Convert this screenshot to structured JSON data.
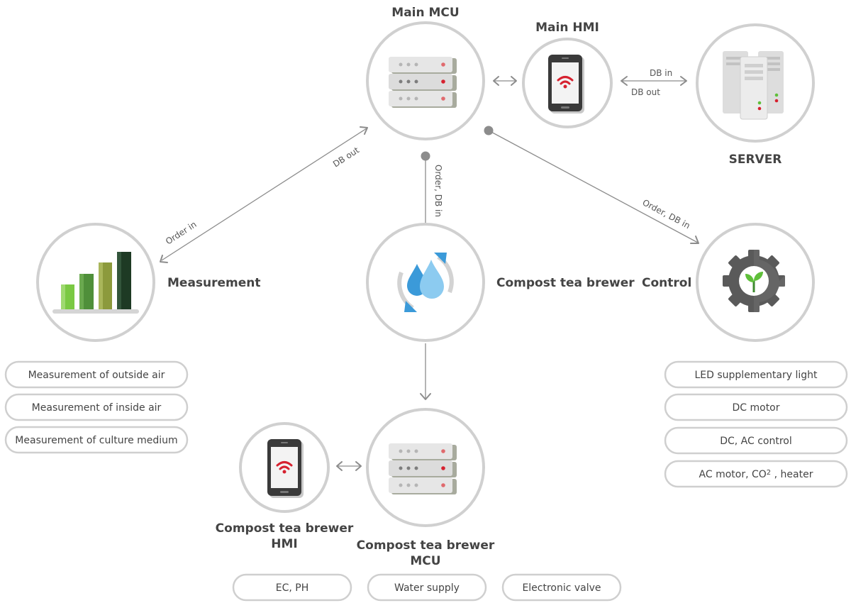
{
  "nodes": {
    "main_mcu": "Main MCU",
    "main_hmi": "Main HMI",
    "server": "SERVER",
    "measurement": "Measurement",
    "brewer": "Compost tea brewer",
    "control": "Control",
    "brewer_hmi_line1": "Compost tea brewer",
    "brewer_hmi_line2": "HMI",
    "brewer_mcu_line1": "Compost tea brewer",
    "brewer_mcu_line2": "MCU"
  },
  "edges": {
    "db_in": "DB in",
    "db_out_server": "DB out",
    "db_out_measure": "DB out",
    "order_in": "Order in",
    "order_db_in_vertical": "Order, DB in",
    "order_db_in_control": "Order, DB in"
  },
  "measurement_items": [
    "Measurement of outside air",
    "Measurement of inside air",
    "Measurement of culture medium"
  ],
  "control_items": {
    "led": "LED supplementary light",
    "dc_motor": "DC motor",
    "dc_ac": "DC, AC control",
    "ac_motor_prefix": "AC motor, CO",
    "ac_motor_sub": "2",
    "ac_motor_suffix": " , heater"
  },
  "brewer_items": [
    "EC, PH",
    "Water supply",
    "Electronic valve"
  ],
  "colors": {
    "ring": "#d0d0d0",
    "accent_red": "#d6212f",
    "water_blue": "#3b9ad9",
    "plant_green": "#5fbf3a",
    "gear_gray": "#5a5a5a",
    "bar_green_light": "#7ac943",
    "bar_green_dark": "#1e3a24"
  }
}
